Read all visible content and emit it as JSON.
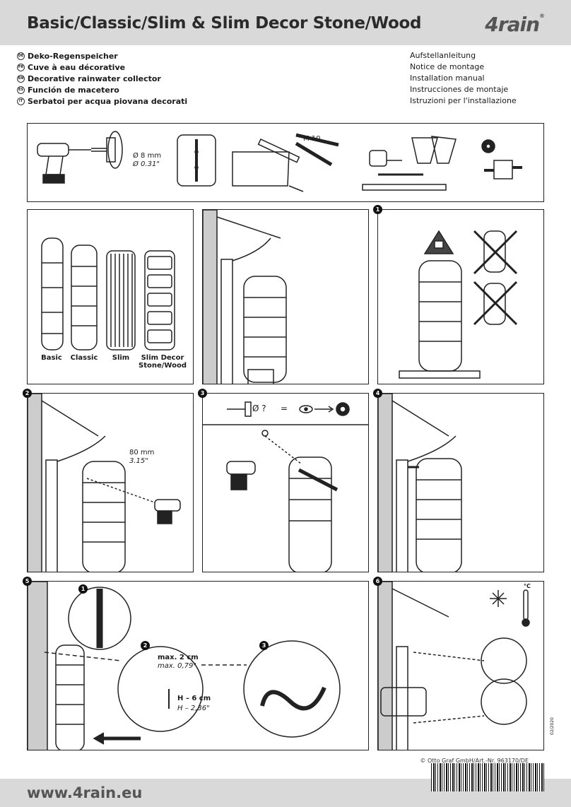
{
  "header": {
    "title": "Basic/Classic/Slim & Slim Decor Stone/Wood",
    "logo": "4rain"
  },
  "languages": [
    {
      "code": "DE",
      "title": "Deko-Regenspeicher",
      "manual": "Aufstellanleitung"
    },
    {
      "code": "FR",
      "title": "Cuve à eau décorative",
      "manual": "Notice de montage"
    },
    {
      "code": "EN",
      "title": "Decorative rainwater collector",
      "manual": "Installation manual"
    },
    {
      "code": "ES",
      "title": "Función de macetero",
      "manual": "Instrucciones de montaje"
    },
    {
      "code": "IT",
      "title": "Serbatoi per acqua piovana decorati",
      "manual": "Istruzioni per l'installazione"
    }
  ],
  "tools": {
    "drill_mm": "Ø 8 mm",
    "drill_in": "Ø 0.31\"",
    "wrench": "M 10"
  },
  "models": [
    "Basic",
    "Classic",
    "Slim",
    "Slim Decor Stone/Wood"
  ],
  "steps": {
    "s1": "1",
    "s2": "2",
    "s3": "3",
    "s4": "4",
    "s5": "5",
    "s6": "6",
    "s2_mm": "80 mm",
    "s2_in": "3.15\"",
    "s3_q": "Ø ?",
    "s3_eq": "=",
    "s5_sub1": "1",
    "s5_sub2": "2",
    "s5_sub3": "3",
    "s5_max_cm": "max. 2 cm",
    "s5_max_in": "max. 0,79\"",
    "s5_h_cm": "H – 6 cm",
    "s5_h_in": "H – 2,36\"",
    "s6_unit": "°C"
  },
  "footer": {
    "copyright": "© Otto Graf GmbH/Art.-Nr. 963170/DE",
    "date": "02/2020",
    "url": "www.4rain.eu"
  }
}
